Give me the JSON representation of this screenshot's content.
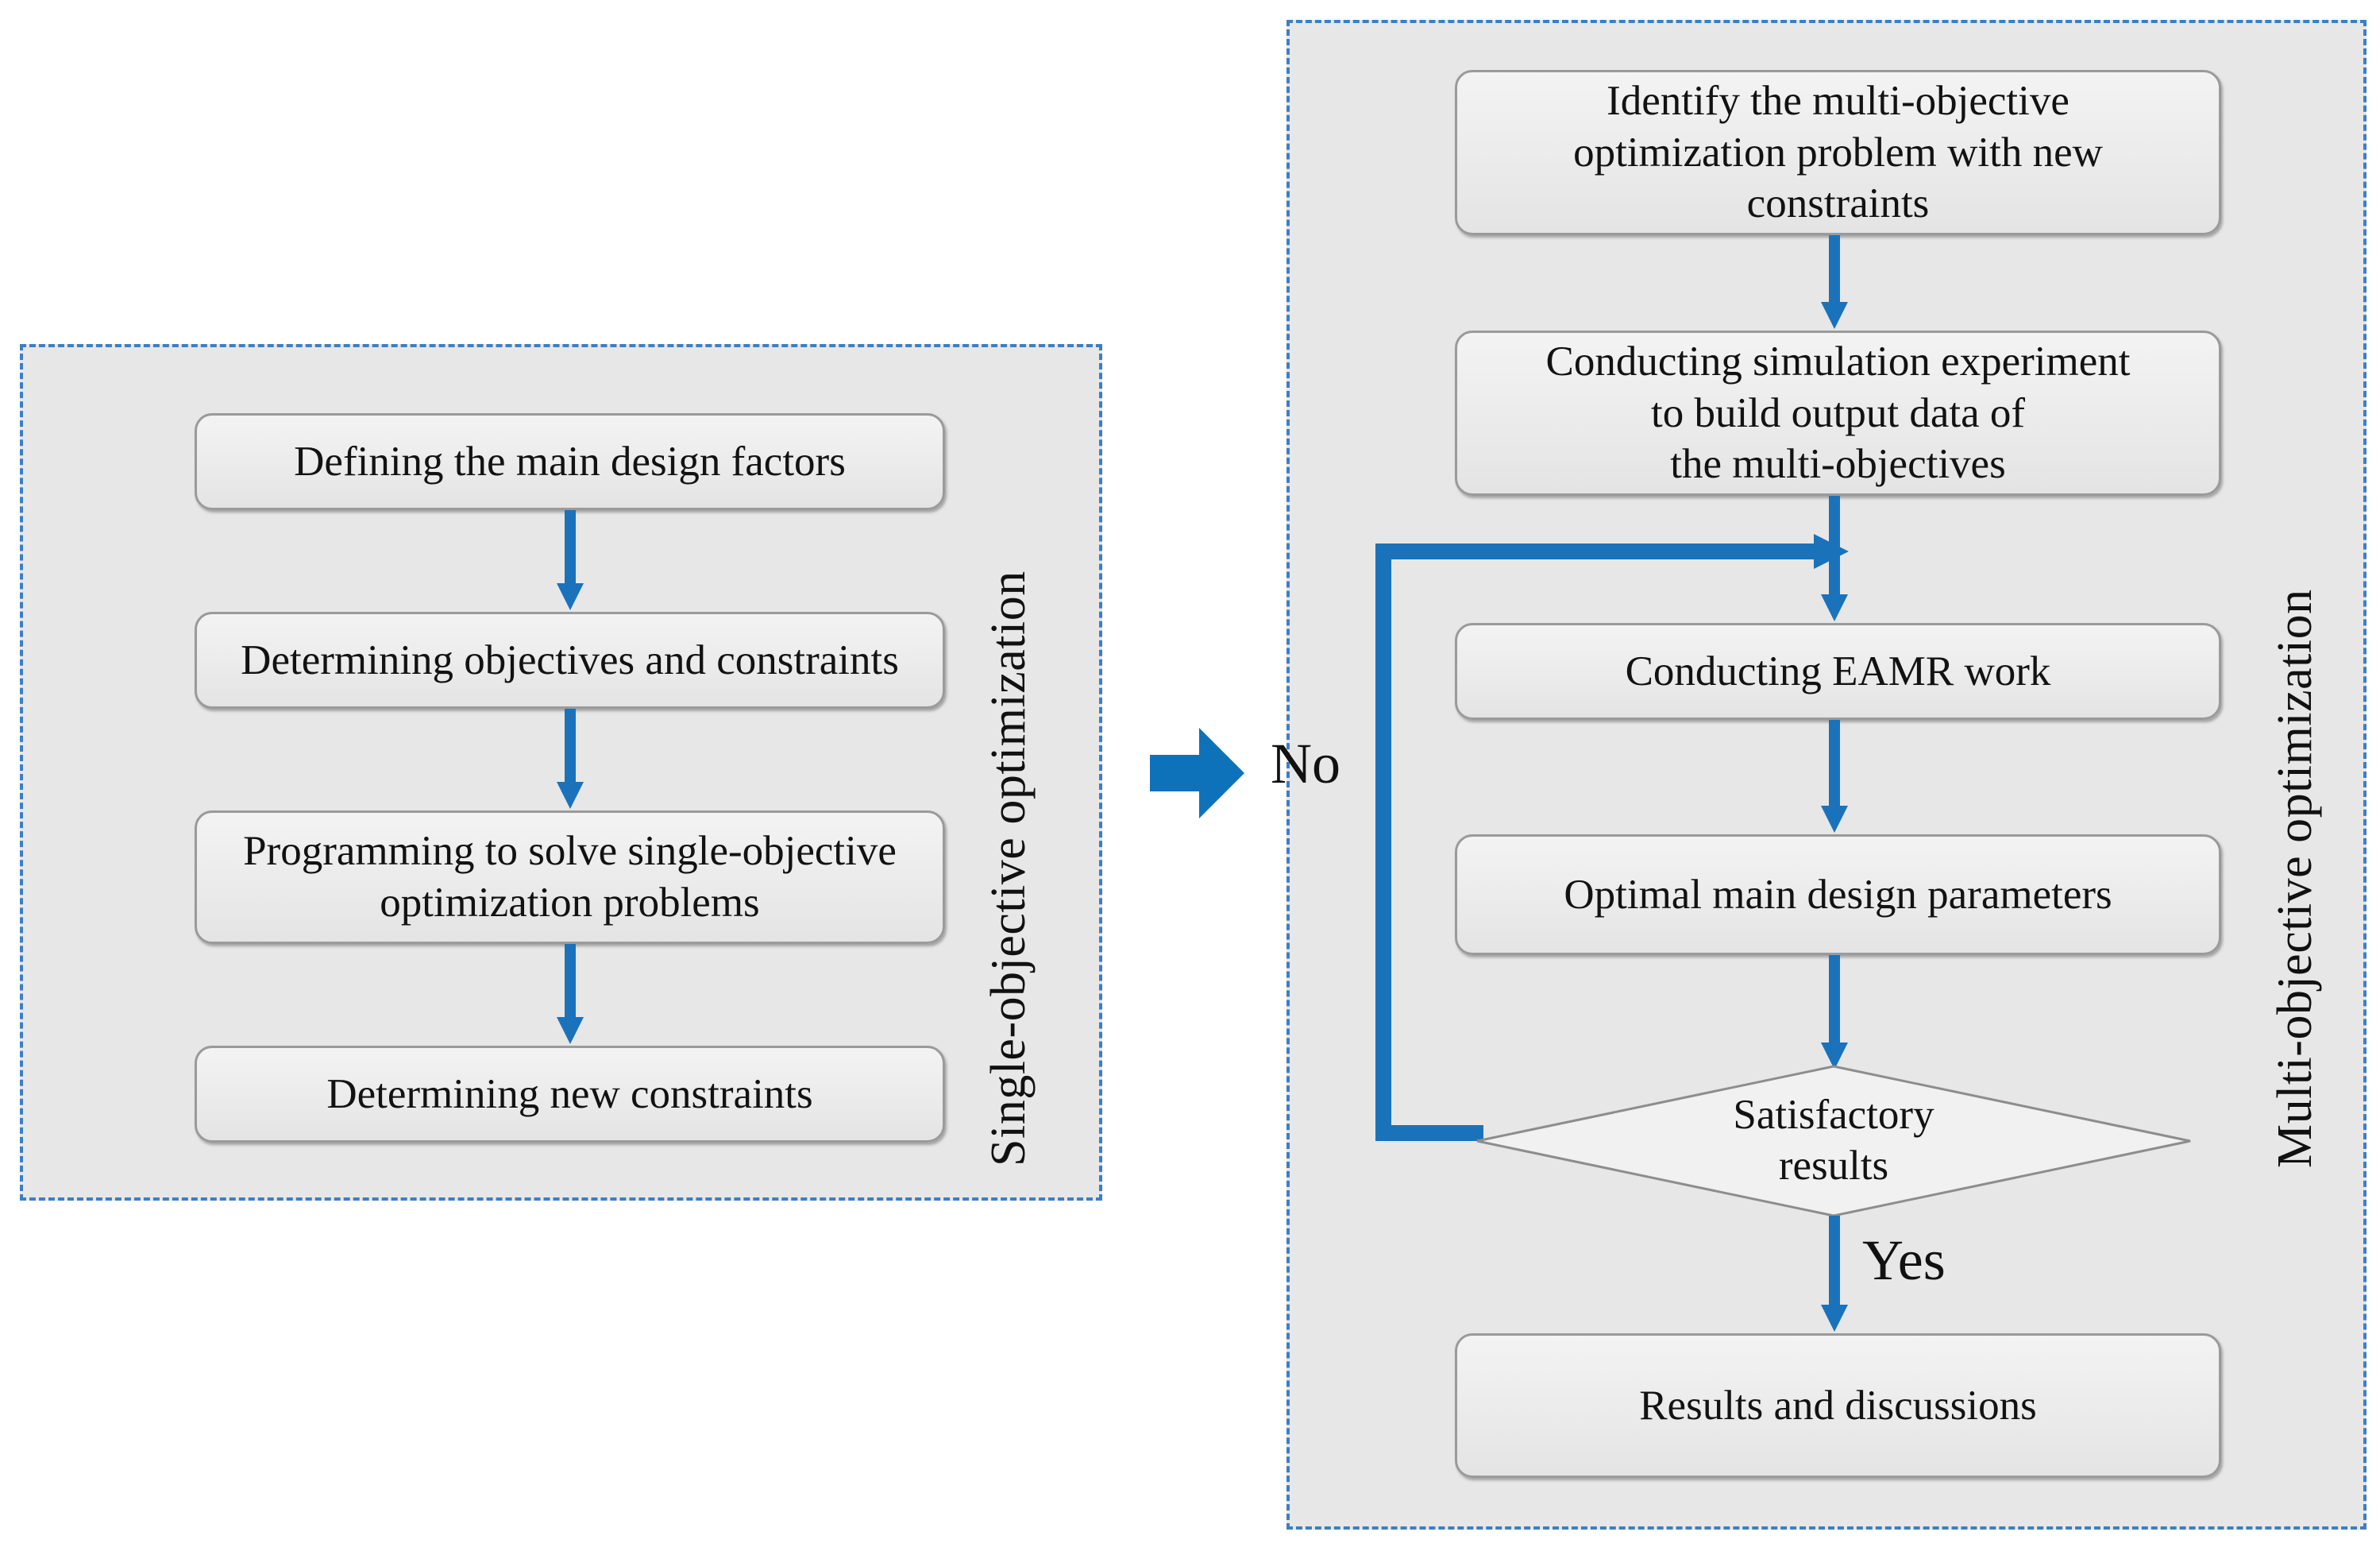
{
  "diagram": {
    "type": "flowchart",
    "accent_blue": "#1a72bb",
    "panel_fill": "#e7e7e7",
    "panel_border": "#3b7fc4",
    "node_fill": "#ededed",
    "node_border": "#9a9a9a"
  },
  "panels": [
    {
      "id": "single",
      "side_label": "Single-objective optimization",
      "nodes": [
        {
          "id": "s1",
          "label": "Defining the main design factors",
          "shape": "rounded-rect"
        },
        {
          "id": "s2",
          "label": "Determining objectives and constraints",
          "shape": "rounded-rect"
        },
        {
          "id": "s3",
          "label_line1": "Programming to solve single-objective",
          "label_line2": "optimization problems",
          "shape": "rounded-rect"
        },
        {
          "id": "s4",
          "label": "Determining new constraints",
          "shape": "rounded-rect"
        }
      ]
    },
    {
      "id": "multi",
      "side_label": "Multi-objective optimization",
      "nodes": [
        {
          "id": "m1",
          "label_line1": "Identify the multi-objective",
          "label_line2": "optimization problem with new",
          "label_line3": "constraints",
          "shape": "rounded-rect"
        },
        {
          "id": "m2",
          "label_line1": "Conducting simulation experiment",
          "label_line2": "to build output data of",
          "label_line3": "the multi-objectives",
          "shape": "rounded-rect"
        },
        {
          "id": "m3",
          "label": "Conducting EAMR work",
          "shape": "rounded-rect"
        },
        {
          "id": "m4",
          "label": "Optimal main design parameters",
          "shape": "rounded-rect"
        },
        {
          "id": "m5",
          "label_line1": "Satisfactory",
          "label_line2": "results",
          "shape": "diamond"
        },
        {
          "id": "m6",
          "label": "Results and discussions",
          "shape": "rounded-rect"
        }
      ],
      "edge_labels": {
        "no": "No",
        "yes": "Yes"
      }
    }
  ],
  "connector": {
    "name": "panel-transition-arrow",
    "direction": "right"
  }
}
